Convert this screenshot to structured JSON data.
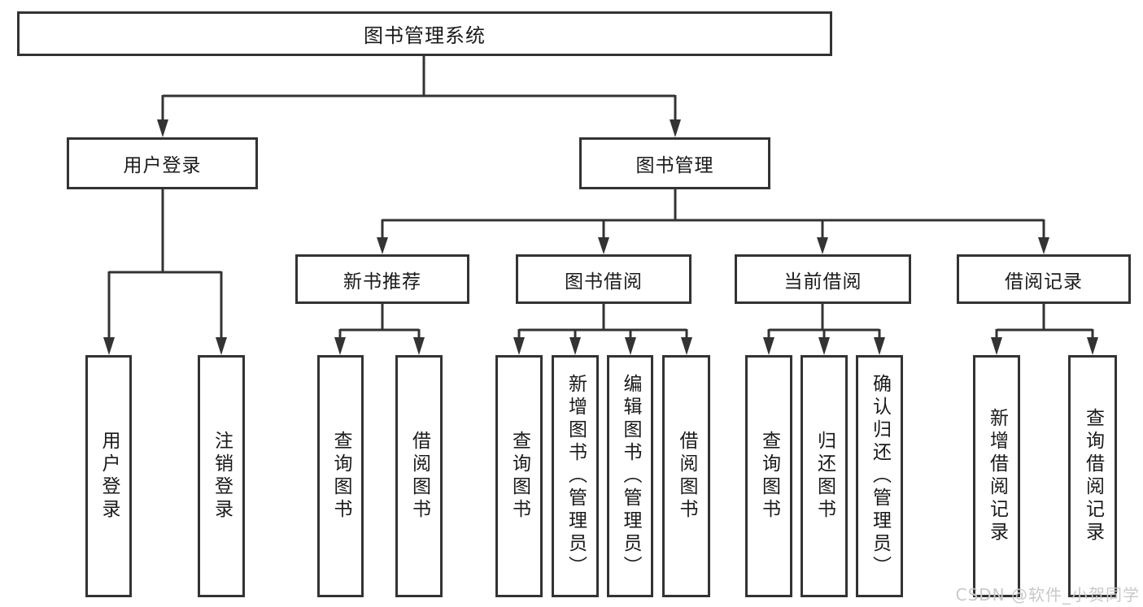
{
  "diagram": {
    "title": "图书管理系统",
    "level2": {
      "user_login": "用户登录",
      "book_mgmt": "图书管理"
    },
    "level3": {
      "new_books": "新书推荐",
      "book_borrow": "图书借阅",
      "current_borrow": "当前借阅",
      "borrow_records": "借阅记录"
    },
    "leaves": {
      "user_login": [
        "用户登录",
        "注销登录"
      ],
      "new_books": [
        "查询图书",
        "借阅图书"
      ],
      "book_borrow": [
        "查询图书",
        "新增图书（管理员）",
        "编辑图书（管理员）",
        "借阅图书"
      ],
      "current_borrow": [
        "查询图书",
        "归还图书",
        "确认归还（管理员）"
      ],
      "borrow_records": [
        "新增借阅记录",
        "查询借阅记录"
      ]
    }
  },
  "watermark": {
    "text": "CSDN @软件_小贺同学"
  },
  "colors": {
    "line": "#333333",
    "text": "#1a1a1a",
    "background": "#ffffff",
    "watermark": "#c9c9c9"
  }
}
